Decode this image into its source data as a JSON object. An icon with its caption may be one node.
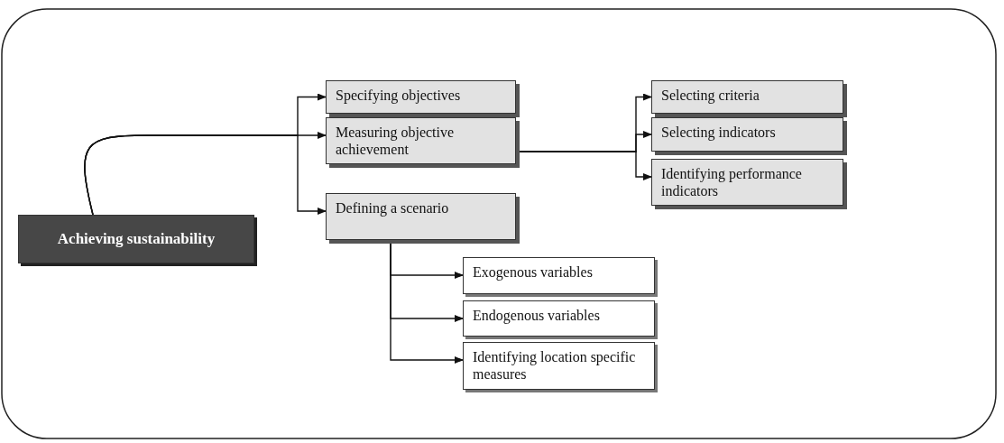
{
  "diagram": {
    "nodes": [
      {
        "text": [
          "Achieving sustainability"
        ]
      },
      {
        "text": [
          "Specifying objectives"
        ]
      },
      {
        "text": [
          "Measuring objective achievement"
        ]
      },
      {
        "text": [
          "Defining a scenario"
        ]
      },
      {
        "text": [
          "Selecting criteria"
        ]
      },
      {
        "text": [
          "Selecting indicators"
        ]
      },
      {
        "text": [
          "Identifying performance indicators"
        ]
      },
      {
        "text": [
          "Exogenous variables"
        ]
      },
      {
        "text": [
          "Endogenous variables"
        ]
      },
      {
        "text": [
          "Identifying location specific measures"
        ]
      }
    ],
    "edges": [
      {
        "from": 0,
        "to": 1,
        "arrow": "to"
      },
      {
        "from": 0,
        "to": 2,
        "arrow": "to"
      },
      {
        "from": 0,
        "to": 3,
        "arrow": "to"
      },
      {
        "from": 2,
        "to": 4,
        "arrow": "to"
      },
      {
        "from": 2,
        "to": 5,
        "arrow": "to"
      },
      {
        "from": 2,
        "to": 6,
        "arrow": "to"
      },
      {
        "from": 3,
        "to": 7,
        "arrow": "to"
      },
      {
        "from": 3,
        "to": 8,
        "arrow": "to"
      },
      {
        "from": 3,
        "to": 9,
        "arrow": "to"
      }
    ]
  }
}
